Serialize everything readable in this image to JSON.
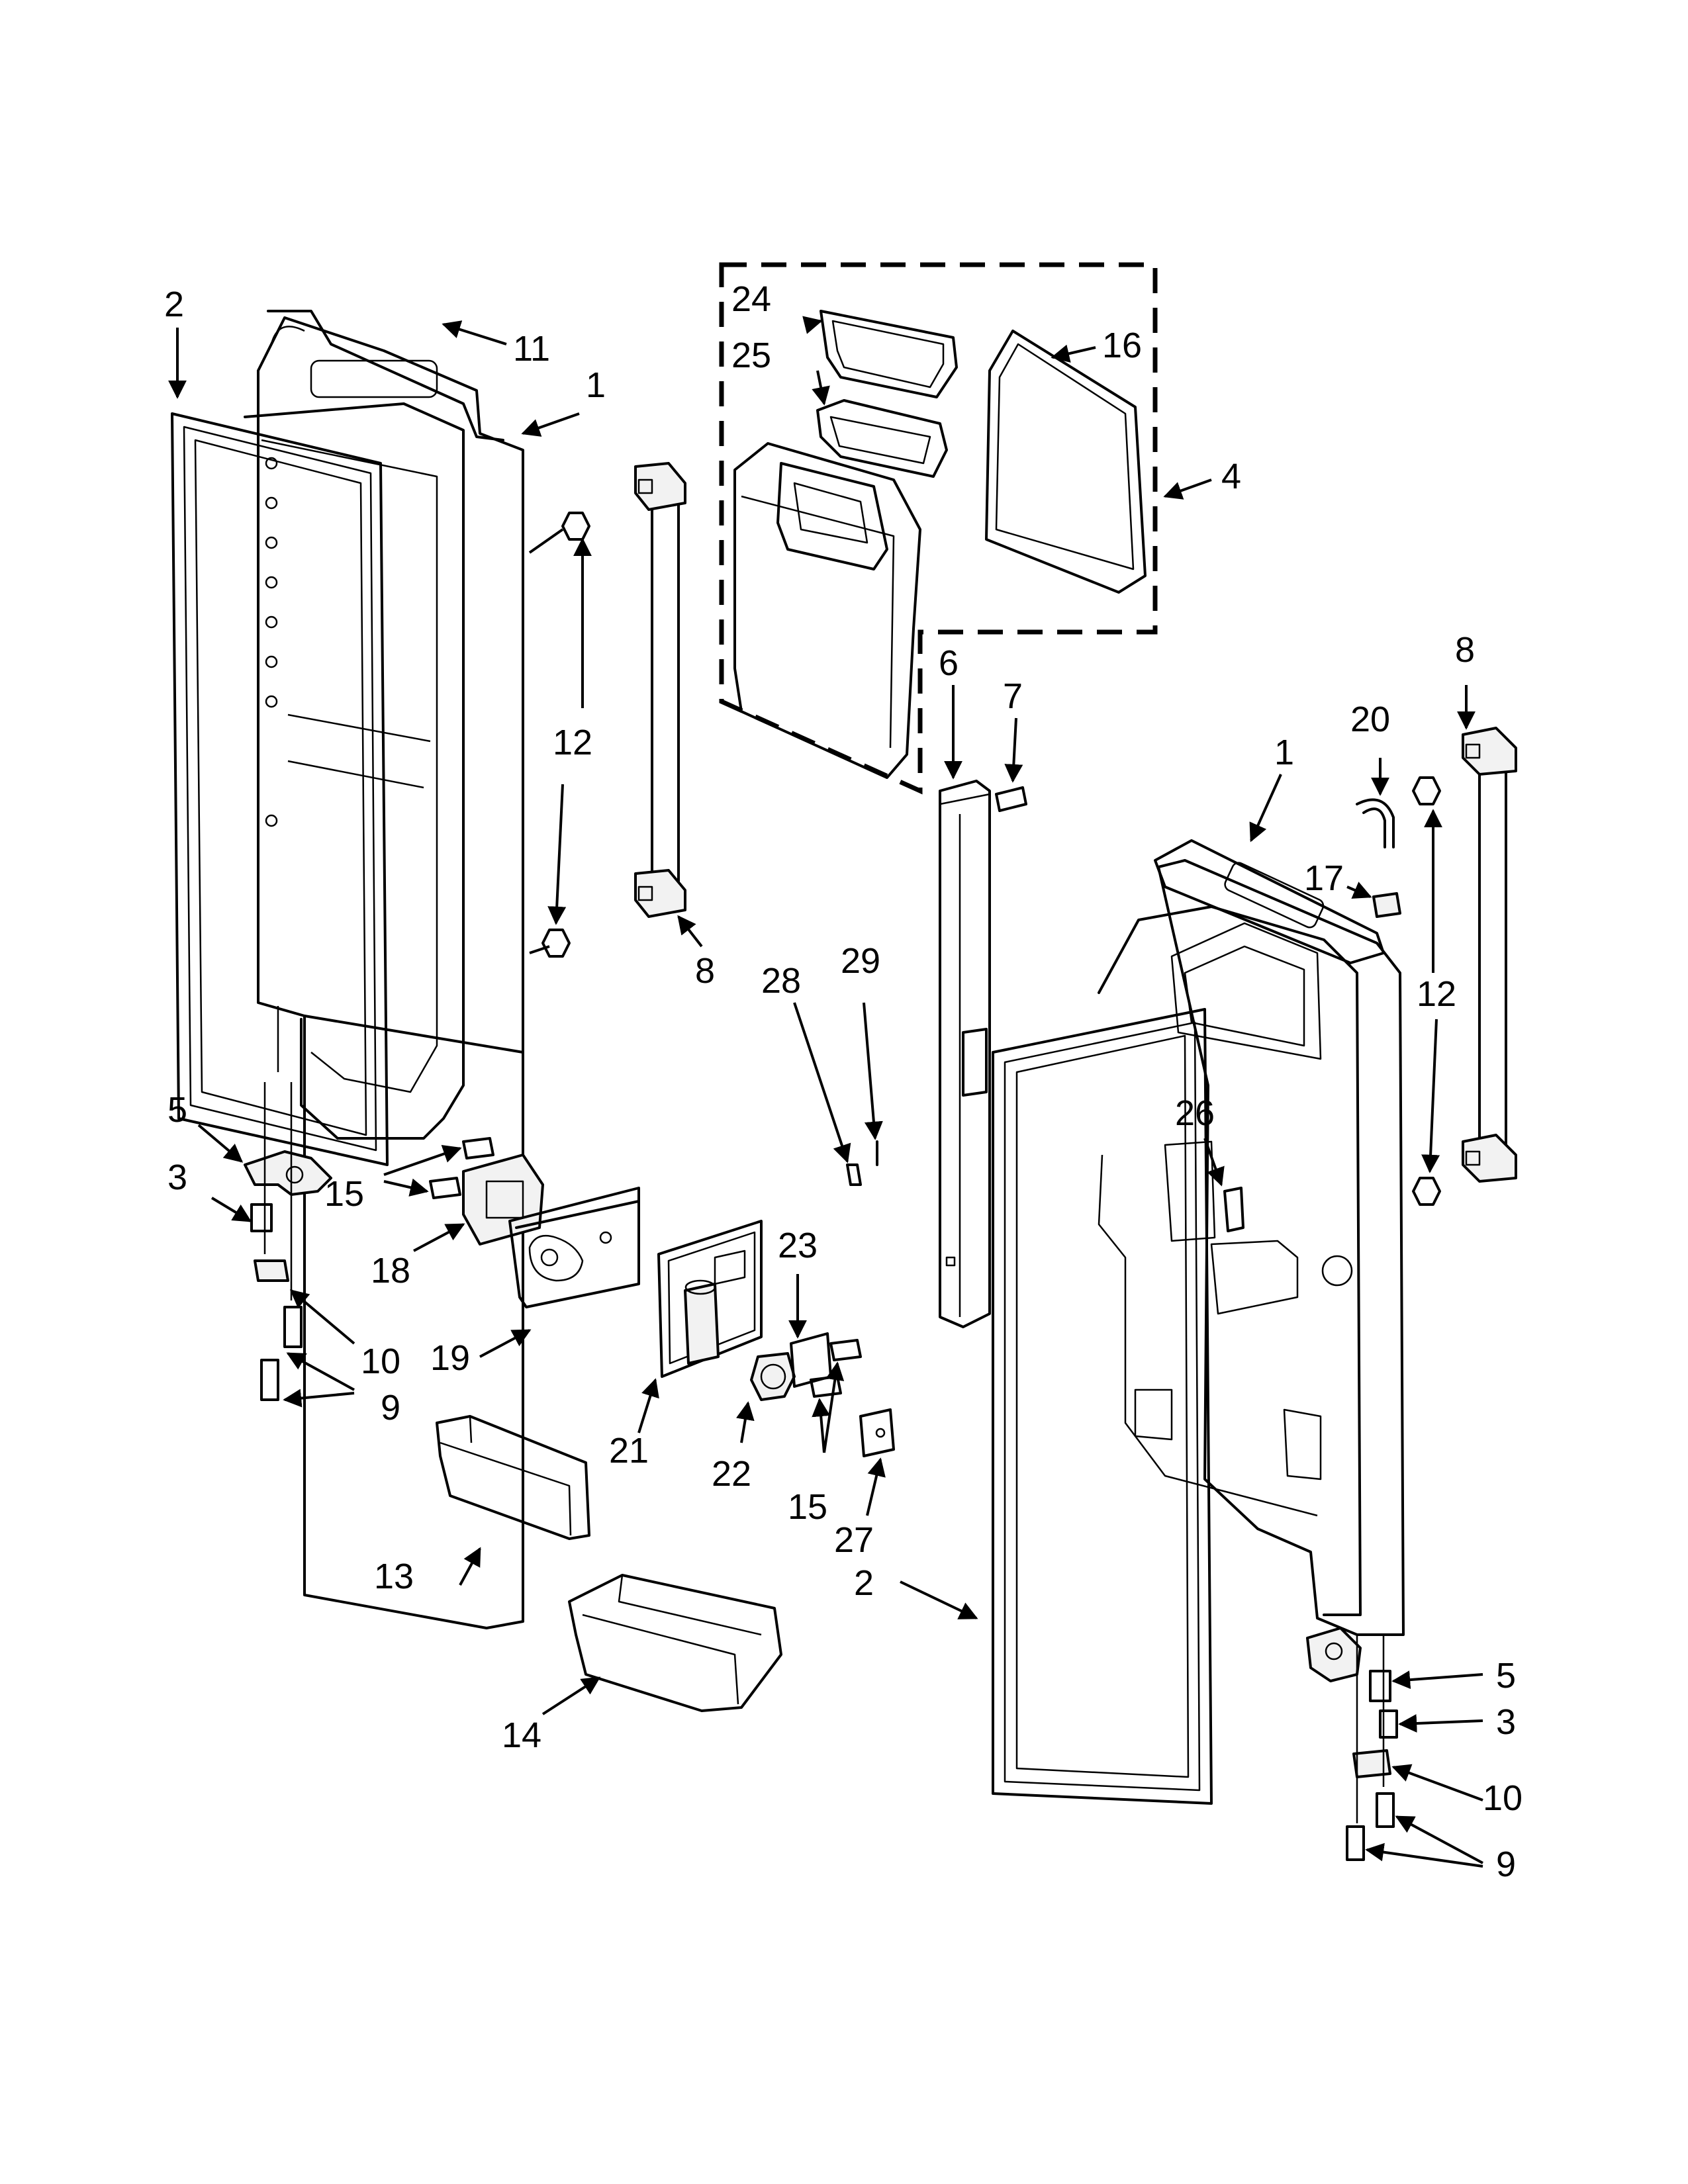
{
  "callouts": {
    "c1a": "1",
    "c1b": "1",
    "c2a": "2",
    "c2b": "2",
    "c3a": "3",
    "c3b": "3",
    "c4": "4",
    "c5a": "5",
    "c5b": "5",
    "c6": "6",
    "c7": "7",
    "c8a": "8",
    "c8b": "8",
    "c9a": "9",
    "c9b": "9",
    "c10a": "10",
    "c10b": "10",
    "c11": "11",
    "c12a": "12",
    "c12b": "12",
    "c13": "13",
    "c14": "14",
    "c15a": "15",
    "c15b": "15",
    "c16": "16",
    "c17": "17",
    "c18": "18",
    "c19": "19",
    "c20": "20",
    "c21": "21",
    "c22": "22",
    "c23": "23",
    "c24": "24",
    "c25": "25",
    "c26": "26",
    "c27": "27",
    "c28": "28",
    "c29": "29"
  }
}
